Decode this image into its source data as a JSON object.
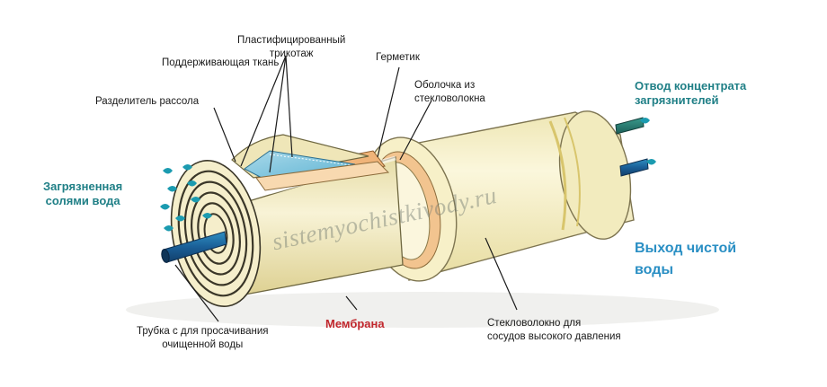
{
  "labels": {
    "plasticized_knit_1": "Пластифицированный",
    "plasticized_knit_2": "трикотаж",
    "support_fabric": "Поддерживающая ткань",
    "sealant": "Герметик",
    "fiberglass_shell_1": "Оболочка из",
    "fiberglass_shell_2": "стекловолокна",
    "brine_spacer": "Разделитель рассола",
    "concentrate_1": "Отвод концентрата",
    "concentrate_2": "загрязнителей",
    "salty_water_1": "Загрязненная",
    "salty_water_2": "солями вода",
    "clean_water_1": "Выход чистой",
    "clean_water_2": "воды",
    "permeate_tube_1": "Трубка с для просачивания",
    "permeate_tube_2": "очищенной воды",
    "membrane": "Мембрана",
    "pressure_vessel_1": "Стекловолокно для",
    "pressure_vessel_2": "сосудов высокого давления"
  },
  "watermark": "sistemyochistkivody.ru",
  "colors": {
    "teal_label": "#1f7f86",
    "blue_label": "#2a8fc4",
    "membrane_label": "#c1272d",
    "cream": "#f6f0c2",
    "drop": "#1b9bb0"
  },
  "icons": [
    "water-drop-icon",
    "pipe-icon"
  ]
}
